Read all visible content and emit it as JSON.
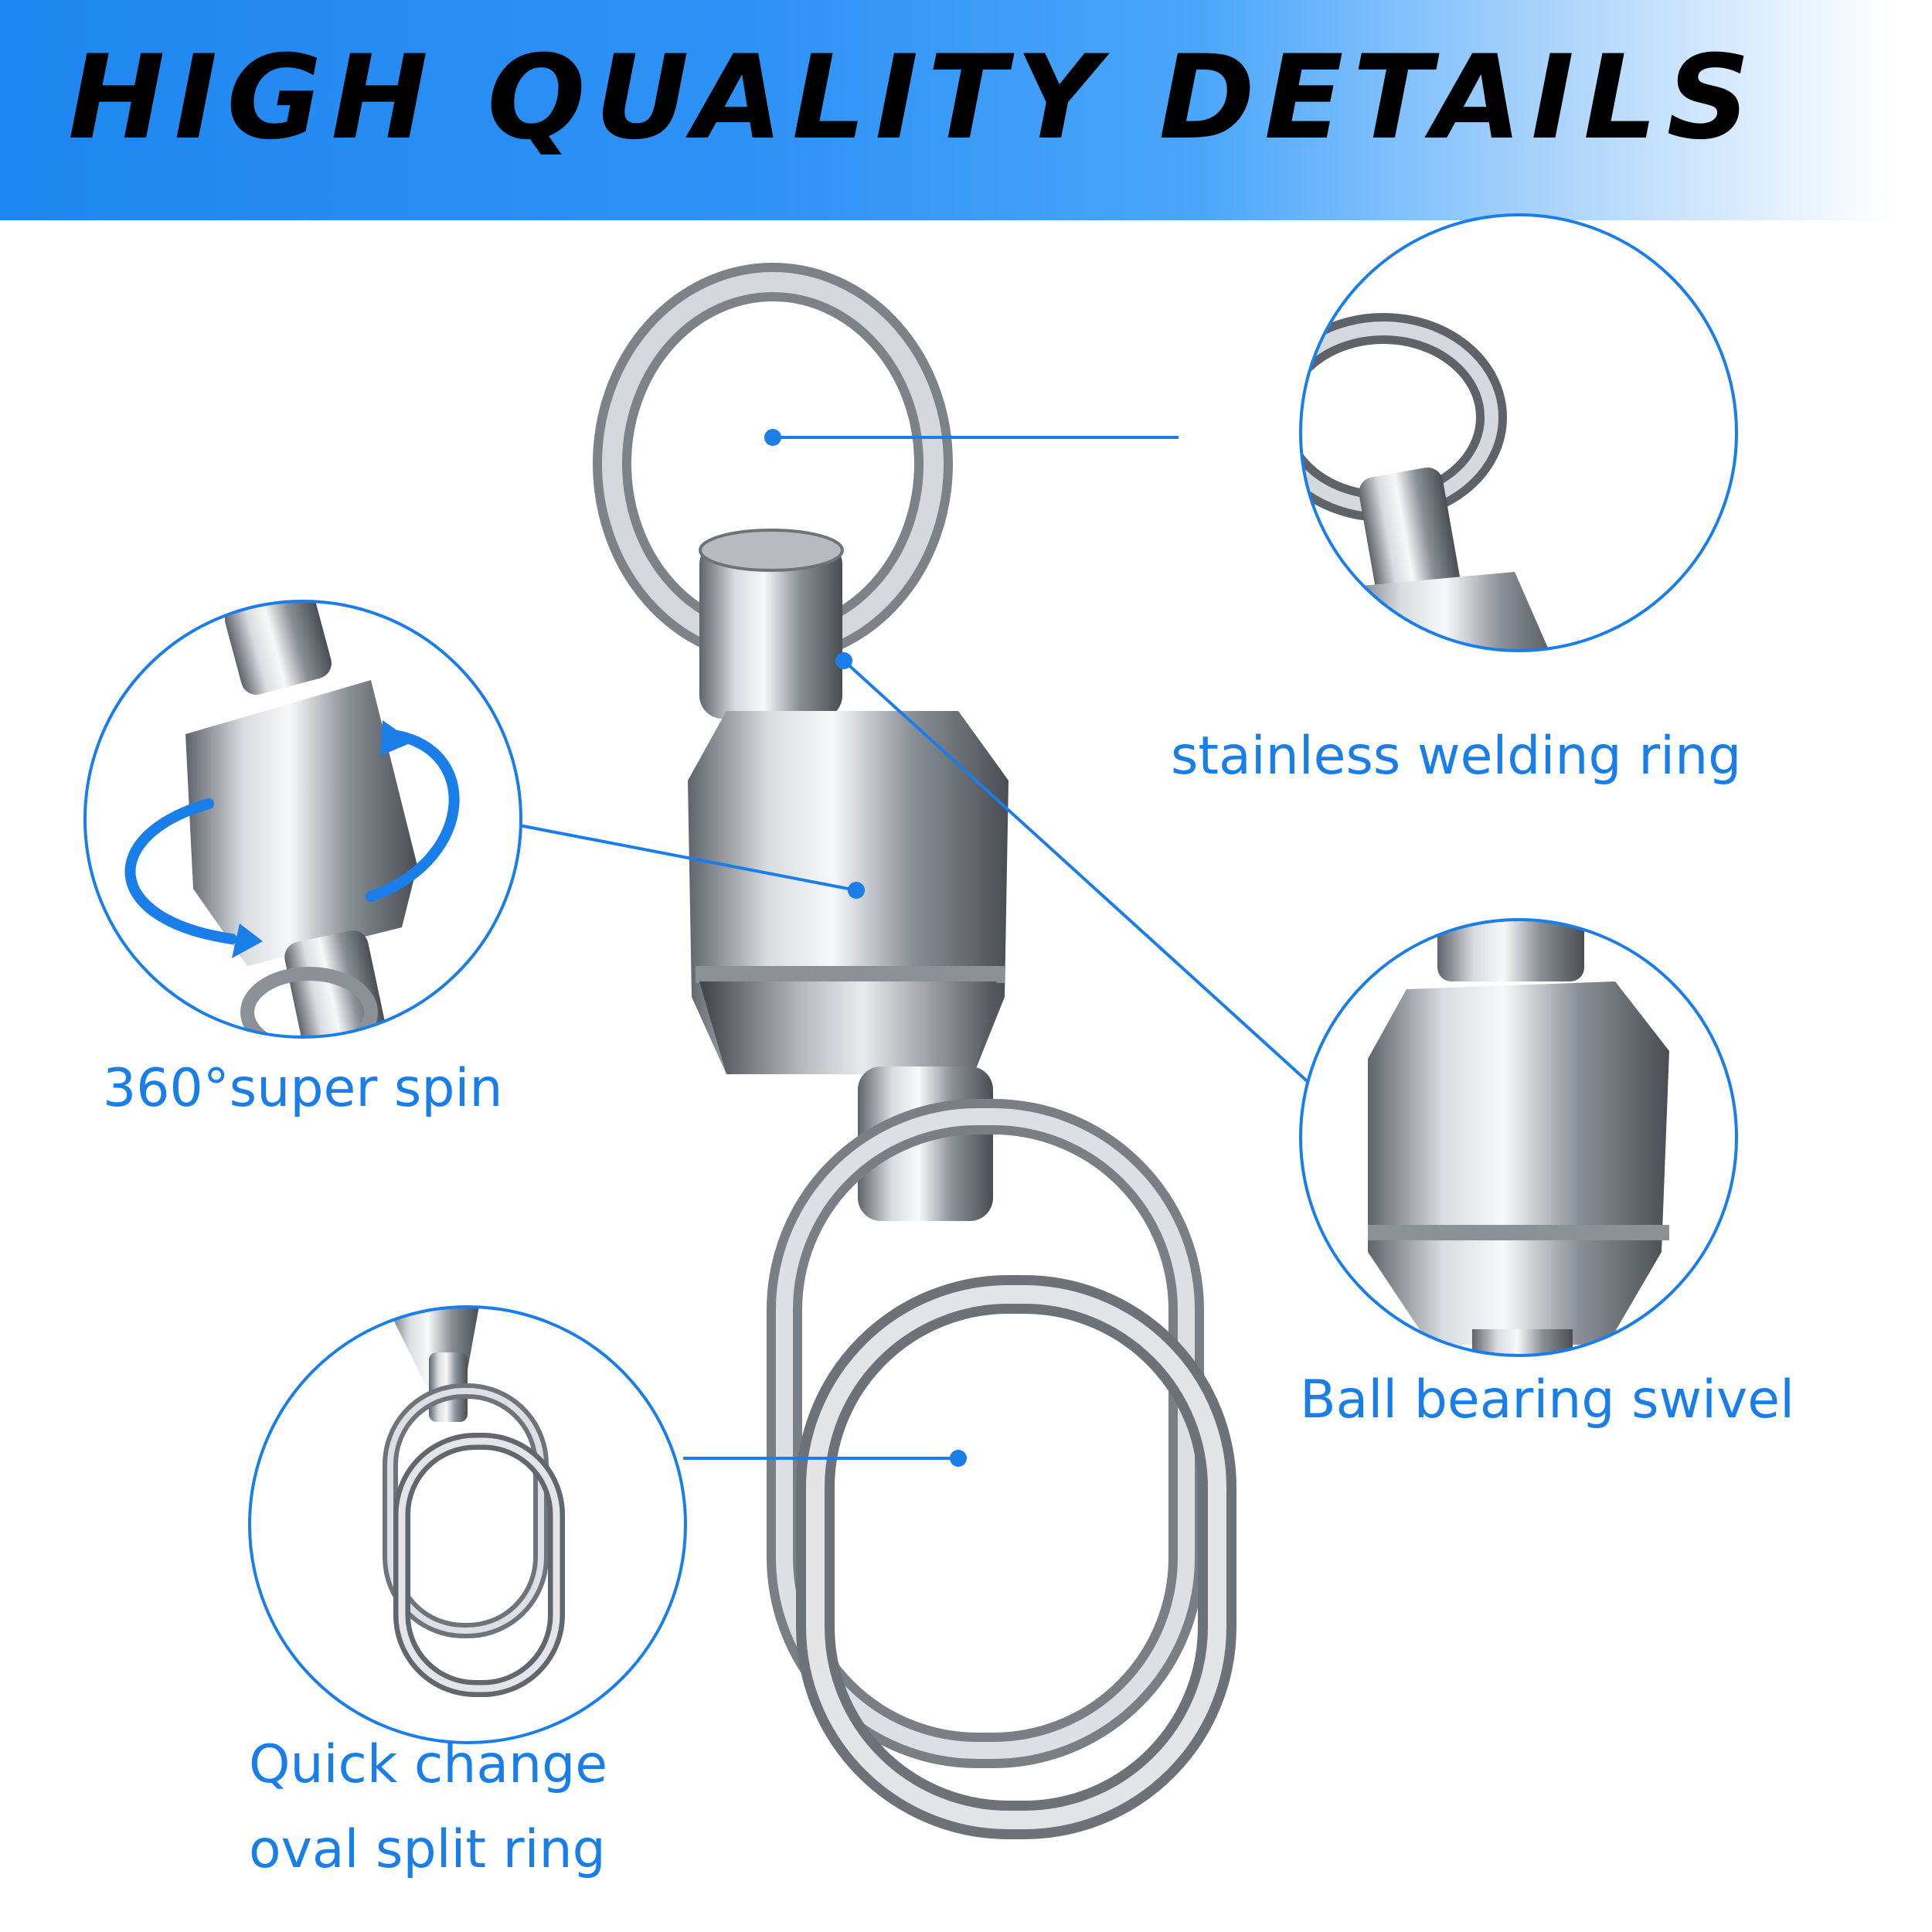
{
  "banner": {
    "title": "HIGH QUALITY DETAILS"
  },
  "callouts": {
    "welding_ring": {
      "label": "stainless welding ring"
    },
    "super_spin": {
      "label": "360°super spin"
    },
    "ball_bearing": {
      "label": "Ball bearing swivel"
    },
    "split_ring": {
      "line1": "Quick change",
      "line2": "oval split ring"
    }
  },
  "colors": {
    "accent": "#1a7ee8",
    "banner_start": "#1e86f0",
    "metal": "#c9ccd1",
    "metal_dark": "#6f747c"
  }
}
